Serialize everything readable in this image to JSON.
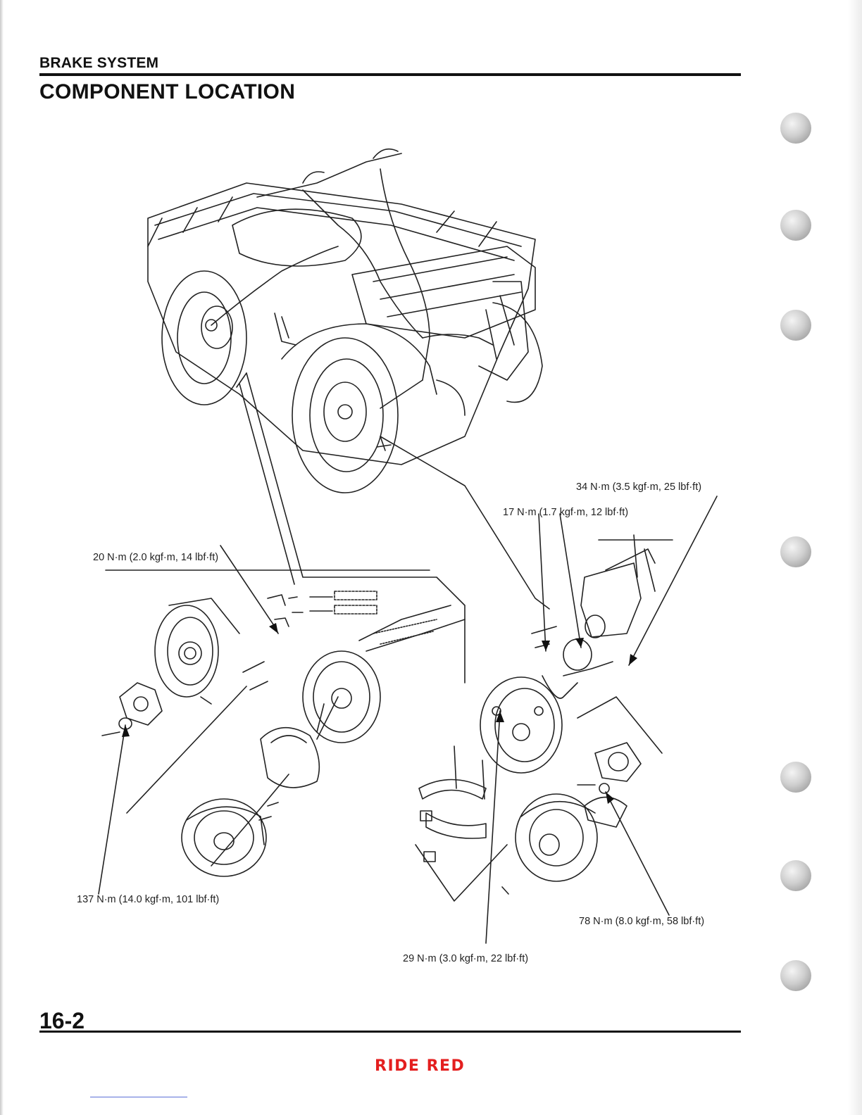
{
  "header": {
    "section": "BRAKE SYSTEM",
    "title": "COMPONENT LOCATION"
  },
  "torque_labels": {
    "rear_hub_nut": "137 N·m (14.0 kgf·m, 101 lbf·ft)",
    "rear_panel_bolt": "20 N·m (2.0 kgf·m, 14 lbf·ft)",
    "front_brake_hose_bolt": "34 N·m (3.5 kgf·m, 25 lbf·ft)",
    "front_brake_line_nut": "17 N·m (1.7 kgf·m, 12 lbf·ft)",
    "front_panel_bolt": "29 N·m (3.0 kgf·m, 22 lbf·ft)",
    "front_hub_nut": "78 N·m (8.0 kgf·m, 58 lbf·ft)"
  },
  "footer": {
    "page_number": "16-2",
    "watermark": "RIDE RED"
  }
}
